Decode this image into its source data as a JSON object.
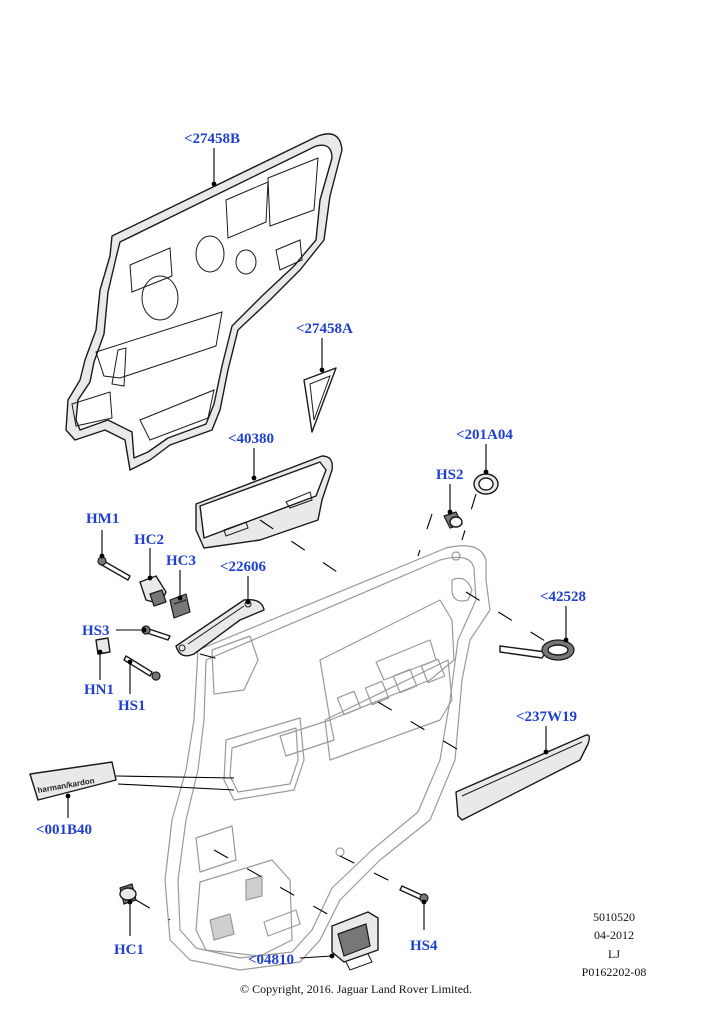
{
  "callouts": {
    "c27458B": "<27458B",
    "c27458A": "<27458A",
    "c40380": "<40380",
    "c201A04": "<201A04",
    "hs2": "HS2",
    "hm1": "HM1",
    "hc2": "HC2",
    "hc3": "HC3",
    "c22606": "<22606",
    "hs3": "HS3",
    "hn1": "HN1",
    "hs1": "HS1",
    "c42528": "<42528",
    "c237W19": "<237W19",
    "c001B40": "<001B40",
    "hc1": "HC1",
    "c04810": "<04810",
    "hs4": "HS4"
  },
  "badge_text": "harman/kardon",
  "meta": {
    "line1": "5010520",
    "line2": "04-2012",
    "line3": "LJ",
    "line4": "P0162202-08"
  },
  "copyright": "© Copyright, 2016. Jaguar Land Rover Limited.",
  "colors": {
    "callout": "#1f3fd0",
    "line": "#1a1a1a",
    "door_outline": "#9a9a9a"
  }
}
